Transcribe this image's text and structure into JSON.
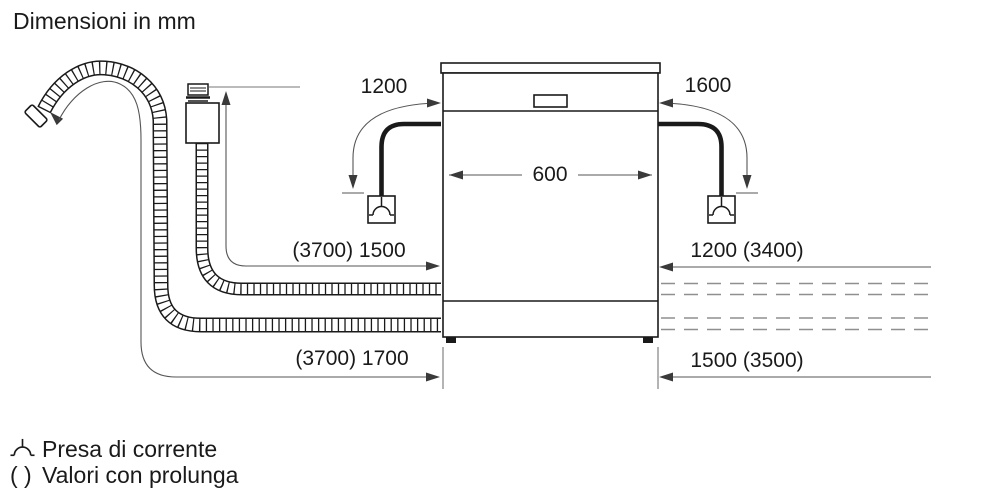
{
  "title": "Dimensioni in mm",
  "units": "mm",
  "appliance": {
    "type": "dishwasher",
    "width_label": "600"
  },
  "dimensions": {
    "width": "600",
    "cable_left": "1200",
    "cable_right": "1600",
    "supply_hose": "(3700) 1500",
    "drain_hose": "(3700) 1700",
    "right_top": "1200 (3400)",
    "right_bottom": "1500 (3500)"
  },
  "legend": [
    {
      "symbol": "power-socket-icon",
      "label": "Presa di corrente"
    },
    {
      "symbol": "( )",
      "label": "Valori con prolunga"
    }
  ],
  "colors": {
    "line": "#1a1a1a",
    "dimension_line": "#555555",
    "dashed_hose_extension": "#8f8f8f",
    "background": "#ffffff"
  }
}
